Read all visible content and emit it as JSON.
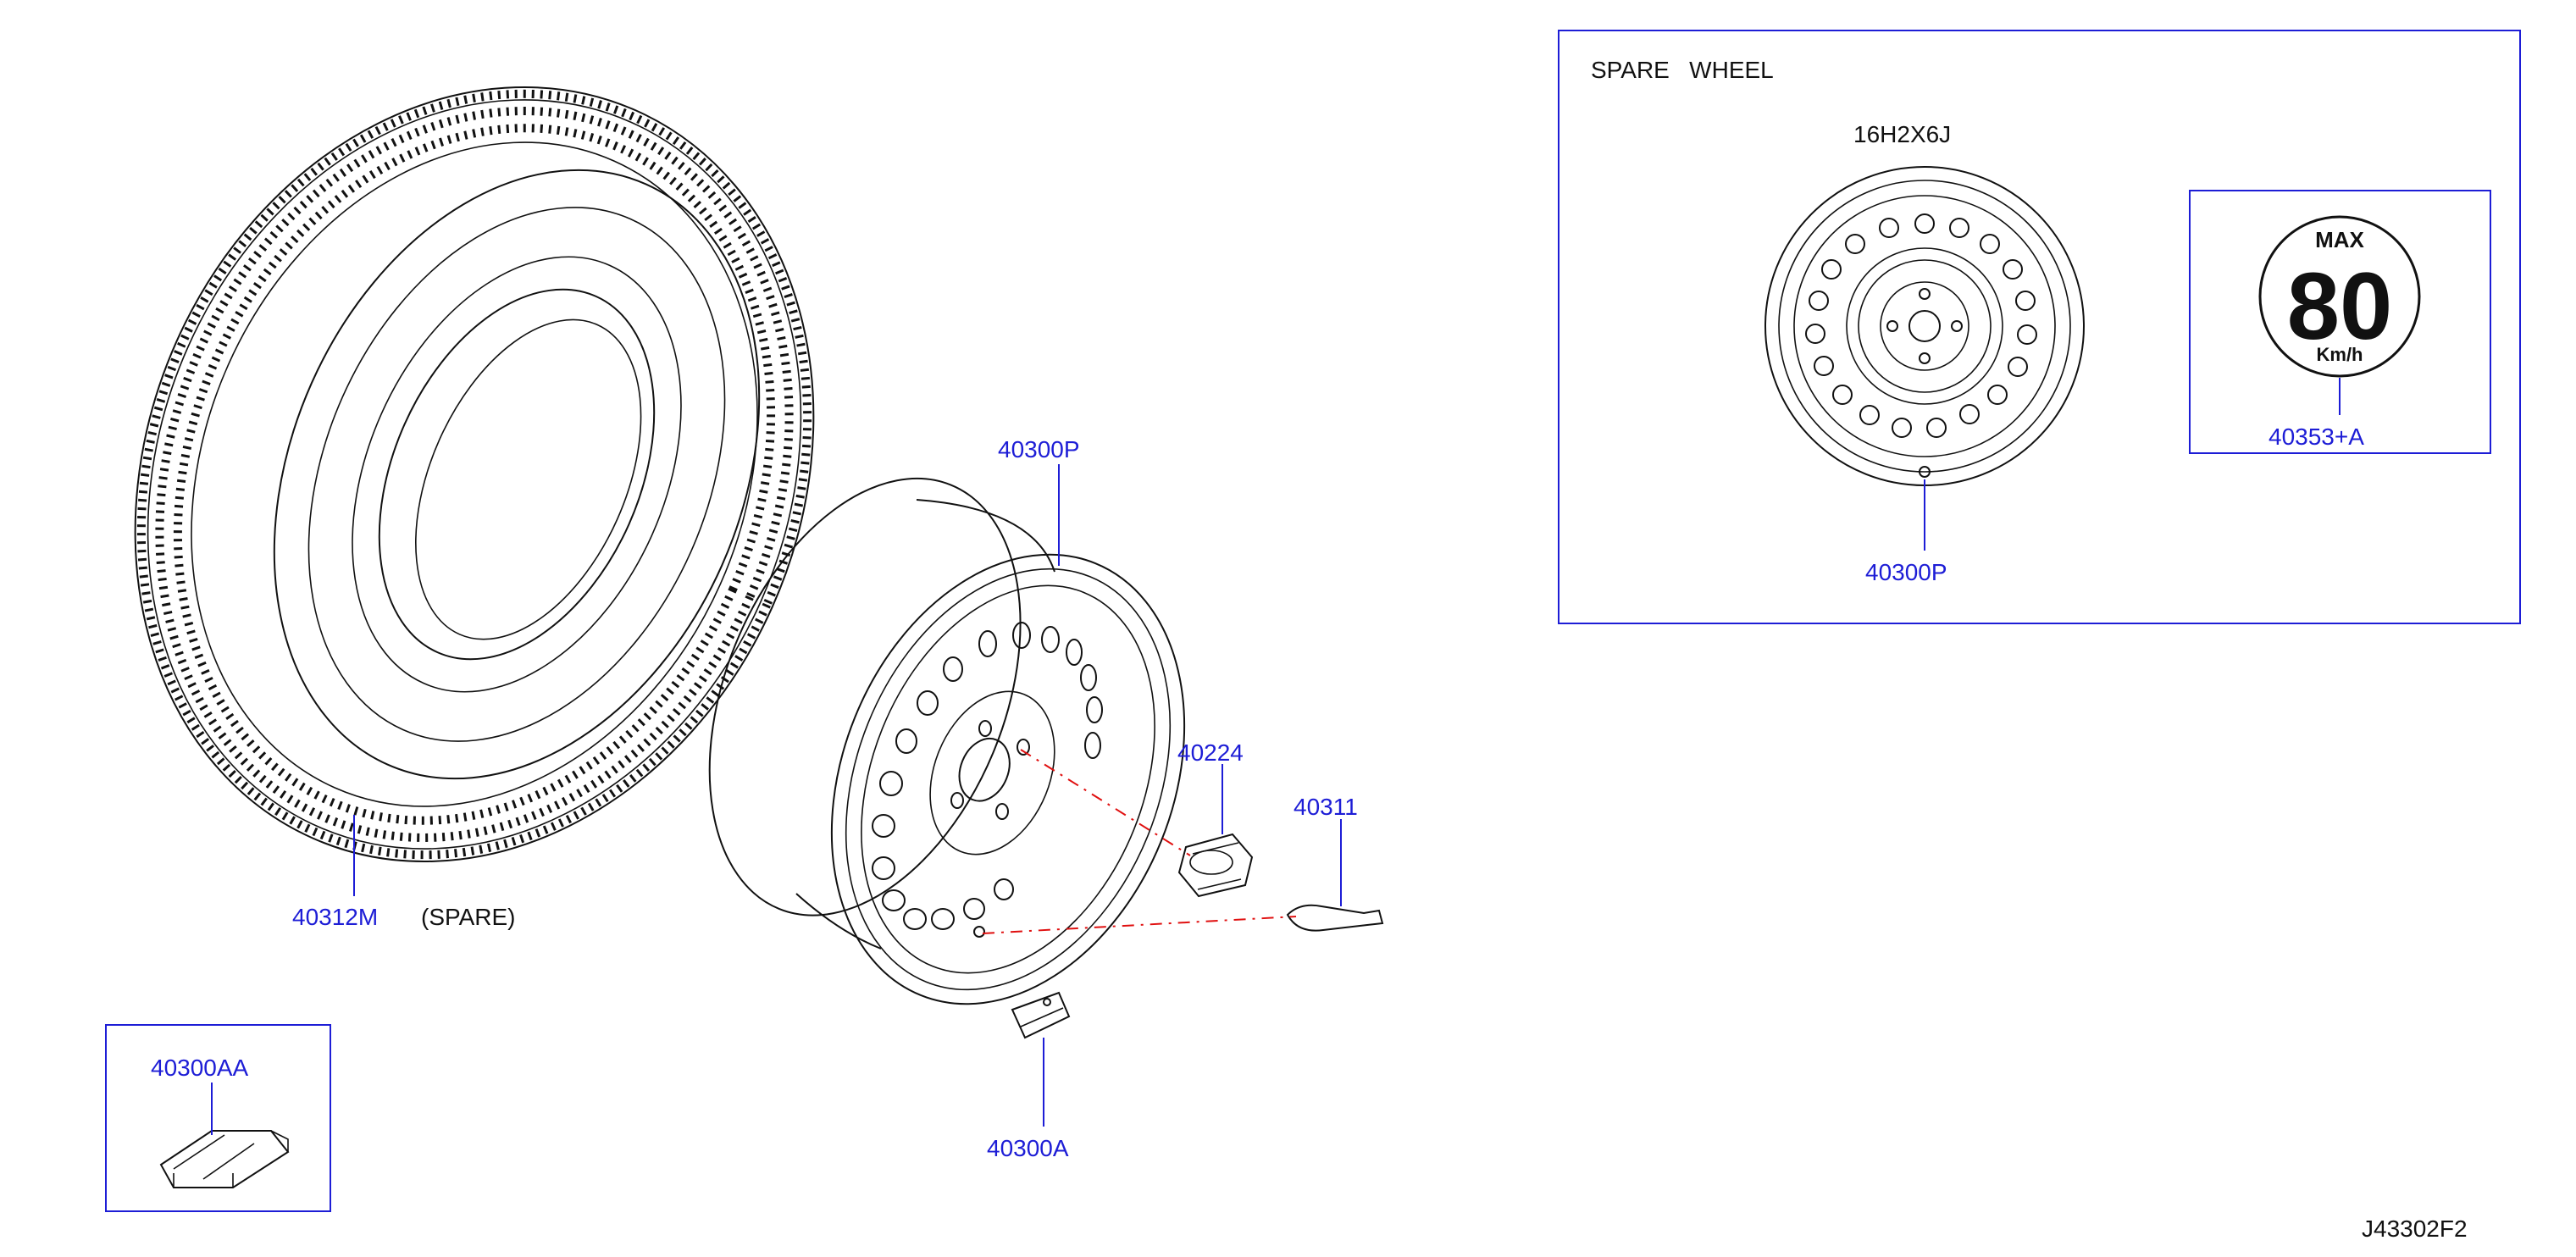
{
  "labels": {
    "tire": "40312M",
    "spare_note": "(SPARE)",
    "wheel": "40300P",
    "nut": "40224",
    "valve": "40311",
    "weight": "40300A",
    "weight_set": "40300AA",
    "spare_wheel_ref": "40300P",
    "speed_label_part": "40353+A",
    "diagram_code": "J43302F2"
  },
  "spare_box": {
    "title": "SPARE   WHEEL",
    "size": "16H2X6J"
  },
  "speed_sign": {
    "top": "MAX",
    "value": "80",
    "unit": "Km/h"
  },
  "colors": {
    "label_blue": "#1d1dd6",
    "line_black": "#111111",
    "axis_red": "#e01010"
  }
}
